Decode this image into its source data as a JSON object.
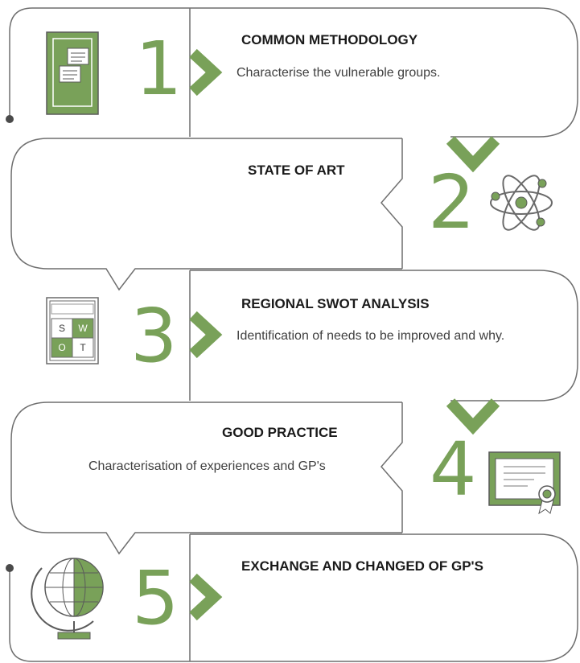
{
  "colors": {
    "accent": "#79a159",
    "accent_dark": "#5f8a43",
    "outline": "#6f6f6f",
    "text": "#1a1a1a",
    "muted_text": "#404040"
  },
  "steps": [
    {
      "number": "1",
      "title": "COMMON METHODOLOGY",
      "description": "Characterise the vulnerable groups.",
      "icon": "document-icon"
    },
    {
      "number": "2",
      "title": "STATE OF ART",
      "description": "",
      "icon": "atom-icon"
    },
    {
      "number": "3",
      "title": "REGIONAL SWOT ANALYSIS",
      "description": "Identification of needs to be improved and why.",
      "icon": "swot-icon",
      "swot_letters": [
        "S",
        "W",
        "O",
        "T"
      ]
    },
    {
      "number": "4",
      "title": "GOOD PRACTICE",
      "description": "Characterisation of experiences and GP's",
      "icon": "certificate-icon"
    },
    {
      "number": "5",
      "title": "EXCHANGE AND CHANGED OF GP'S",
      "description": "",
      "icon": "globe-icon"
    }
  ]
}
